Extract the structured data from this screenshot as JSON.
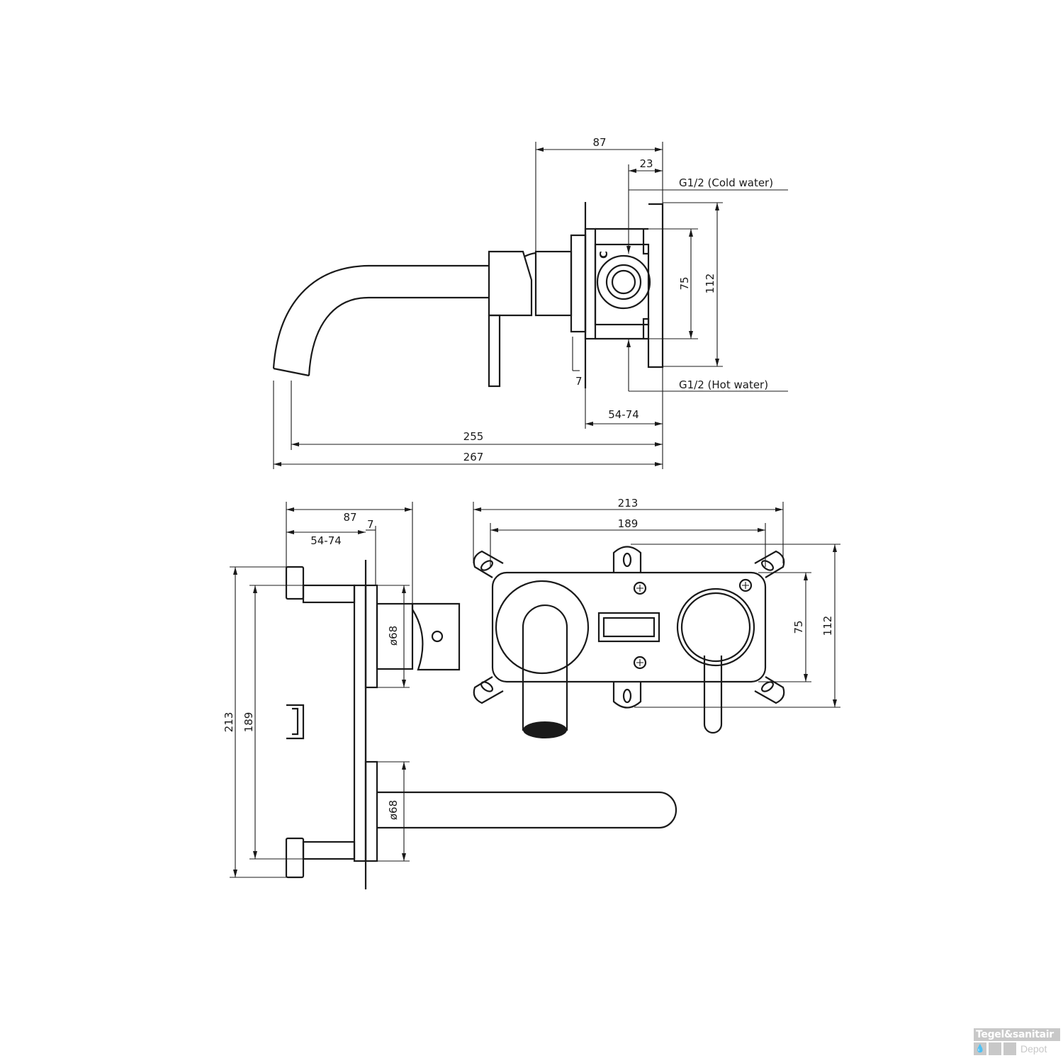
{
  "side_view": {
    "dim_depth": "87",
    "dim_inlet_offset": "23",
    "cold_label": "G1/2 (Cold water)",
    "hot_label": "G1/2 (Hot water)",
    "dim_inlet_spacing": "75",
    "dim_height": "112",
    "dim_plate": "7",
    "dim_wall": "54-74",
    "dim_projection": "255",
    "dim_overall": "267",
    "cold_marker": "C"
  },
  "plan_view": {
    "dim_depth": "87",
    "dim_plate": "7",
    "dim_wall": "54-74",
    "dim_overall": "213",
    "dim_inner": "189",
    "rosette_upper": "ø68",
    "rosette_lower": "ø68"
  },
  "front_view": {
    "dim_width": "213",
    "dim_inner_width": "189",
    "dim_inner_height": "75",
    "dim_height": "112"
  },
  "logo": {
    "line1": "Tegel&sanitair",
    "line2": "Depot"
  }
}
